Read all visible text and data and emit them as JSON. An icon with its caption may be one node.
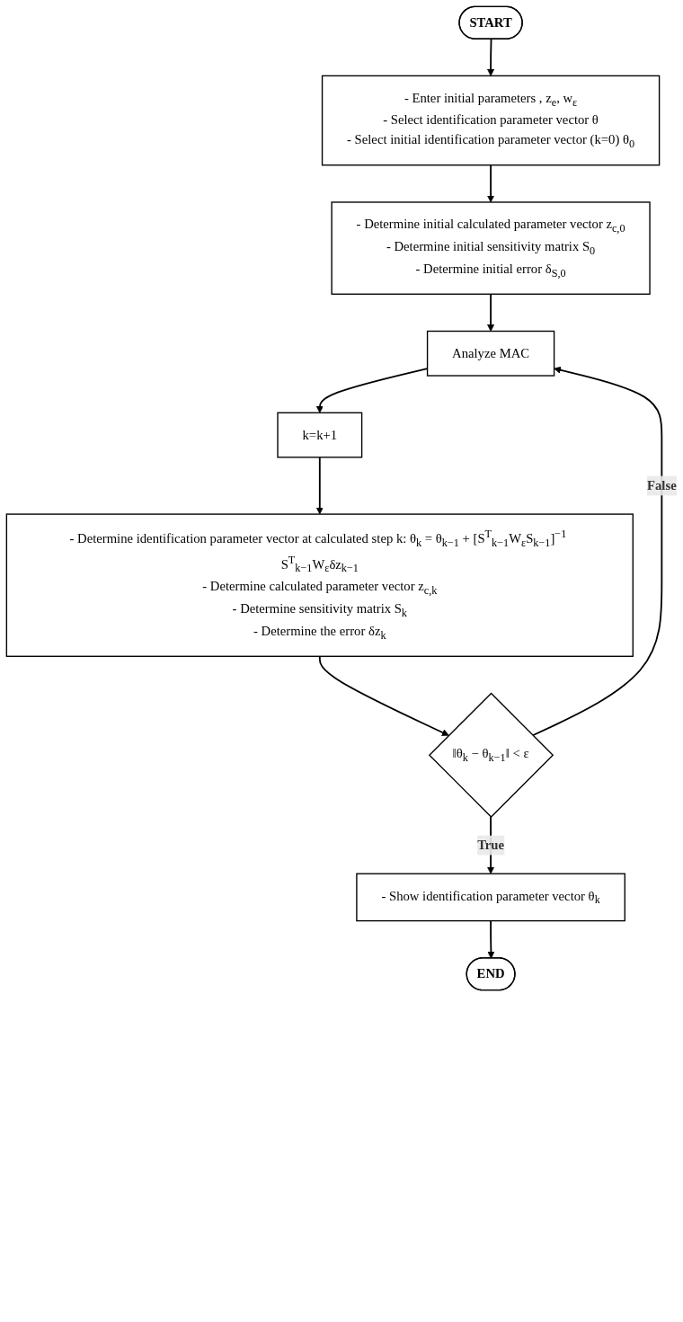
{
  "diagram": {
    "nodes": [
      {
        "text": [
          "START"
        ]
      },
      {
        "text": [
          "- Enter initial parameters , z$_{e}$, w$_{ε}$",
          "- Select identification parameter vector θ",
          "- Select initial identification parameter vector (k=0) θ$_{0}$"
        ]
      },
      {
        "text": [
          "- Determine initial calculated parameter vector z$_{c,0}$",
          "- Determine initial sensitivity matrix S$_{0}$",
          "- Determine initial error δ$_{S,0}$"
        ]
      },
      {
        "text": [
          "Analyze MAC"
        ]
      },
      {
        "text": [
          "k=k+1"
        ]
      },
      {
        "text": [
          "- Determine identification parameter vector at calculated step k: θ$_{k}$ = θ$_{k−1}$ + [S$^{T}$$_{k−1}$W$_{ε}$S$_{k−1}$]$^{−1}$ S$^{T}$$_{k−1}$W$_{ε}$δz$_{k−1}$",
          "- Determine calculated parameter vector z$_{c,k}$",
          "- Determine sensitivity matrix S$_{k}$",
          "- Determine the error δz$_{k}$"
        ]
      },
      {
        "text": [
          "‖θ$_{k}$ − θ$_{k−1}$‖ < ε"
        ]
      },
      {
        "text": [
          "- Show identification parameter vector θ$_{k}$"
        ]
      },
      {
        "text": [
          "END"
        ]
      }
    ],
    "edges": [
      {
        "from": 0,
        "to": 1,
        "arrow": "to"
      },
      {
        "from": 1,
        "to": 2,
        "arrow": "to"
      },
      {
        "from": 2,
        "to": 3,
        "arrow": "to"
      },
      {
        "from": 3,
        "to": 4,
        "arrow": "to"
      },
      {
        "from": 4,
        "to": 5,
        "arrow": "to"
      },
      {
        "from": 5,
        "to": 6,
        "arrow": "to"
      },
      {
        "from": 6,
        "to": 3,
        "arrow": "to",
        "label": "False"
      },
      {
        "from": 6,
        "to": 7,
        "arrow": "to",
        "label": "True"
      },
      {
        "from": 7,
        "to": 8,
        "arrow": "to"
      }
    ]
  }
}
